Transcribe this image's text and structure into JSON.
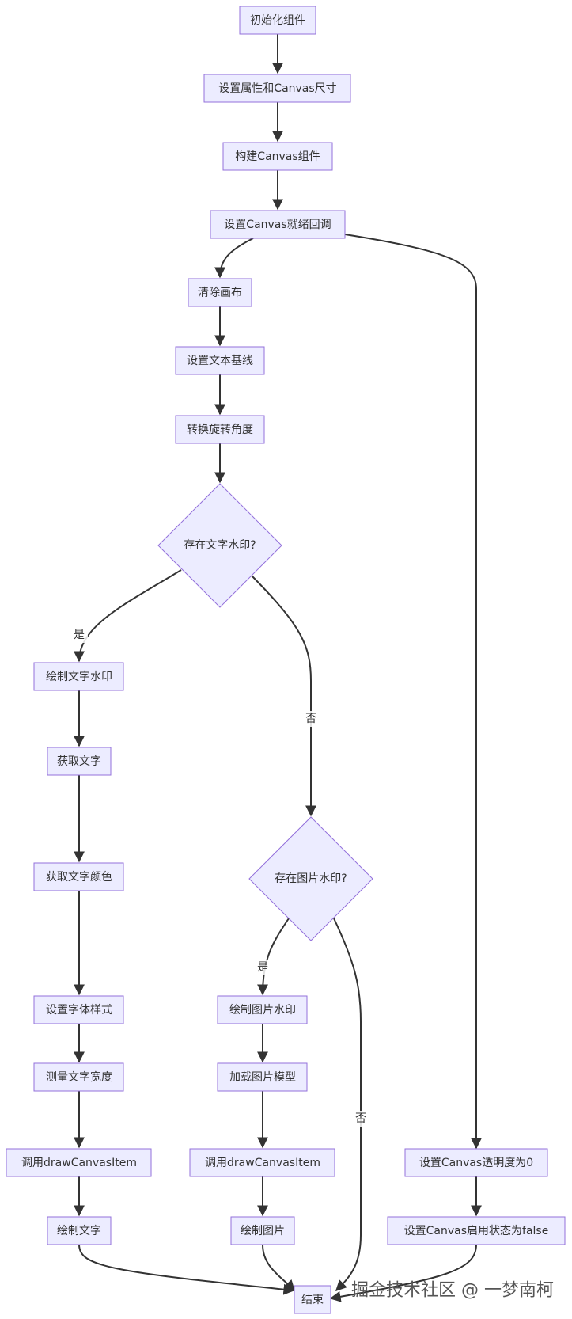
{
  "nodes": {
    "init": "初始化组件",
    "set_props": "设置属性和Canvas尺寸",
    "build_canvas": "构建Canvas组件",
    "ready_cb": "设置Canvas就绪回调",
    "clear": "清除画布",
    "baseline": "设置文本基线",
    "rotate": "转换旋转角度",
    "has_text": "存在文字水印?",
    "draw_text_wm": "绘制文字水印",
    "get_text": "获取文字",
    "get_color": "获取文字颜色",
    "font_style": "设置字体样式",
    "measure": "测量文字宽度",
    "call_draw_1": "调用drawCanvasItem",
    "draw_text": "绘制文字",
    "has_image": "存在图片水印?",
    "draw_img_wm": "绘制图片水印",
    "load_img": "加载图片模型",
    "call_draw_2": "调用drawCanvasItem",
    "draw_img": "绘制图片",
    "set_opacity": "设置Canvas透明度为0",
    "set_enabled": "设置Canvas启用状态为false",
    "end": "结束"
  },
  "edge_labels": {
    "text_yes": "是",
    "text_no": "否",
    "img_yes": "是",
    "img_no": "否"
  },
  "watermark": "掘金技术社区 @ 一梦南柯",
  "colors": {
    "node_fill": "#ECECFF",
    "node_stroke": "#9370DB",
    "edge": "#333333"
  }
}
